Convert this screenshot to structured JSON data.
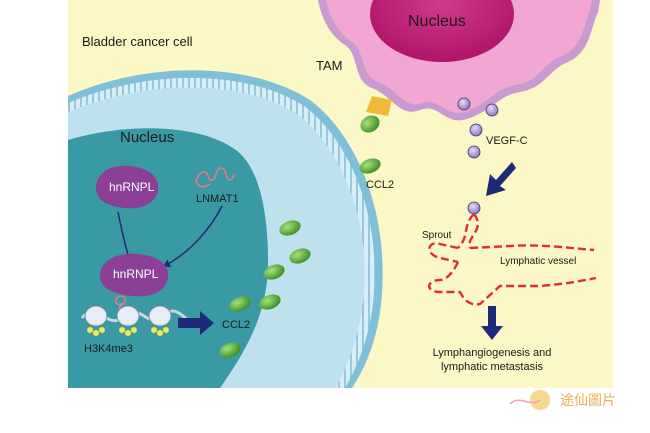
{
  "cell_label": "Bladder cancer cell",
  "cancer_nucleus_label": "Nucleus",
  "tam_label": "TAM",
  "tam_nucleus_label": "Nucleus",
  "hnrnpl_label": "hnRNPL",
  "lnmat1_label": "LNMAT1",
  "histone_label": "H3K4me3",
  "ccl2_inside_label": "CCL2",
  "ccl2_outside_label": "CCL2",
  "vegfc_label": "VEGF-C",
  "sprout_label": "Sprout",
  "lymphatic_vessel_label": "Lymphatic vessel",
  "outcome_label_line1": "Lymphangiogenesis and",
  "outcome_label_line2": "lymphatic metastasis",
  "watermark_text": "途仙圖片",
  "colors": {
    "background": "#fbf7c6",
    "cytoplasm": "#bfe1ee",
    "nucleus": "#3a9aa3",
    "membrane": "#7fc0d8",
    "tam_body": "#f2a6d2",
    "tam_nucleus": "#c2186f",
    "hnrnpl": "#8b3f97",
    "ccl2": "#5cb83a",
    "vegfc": "#b9a8d8",
    "arrow": "#1e2a78",
    "vessel": "#e12b3c",
    "receptor": "#f0b93a"
  }
}
